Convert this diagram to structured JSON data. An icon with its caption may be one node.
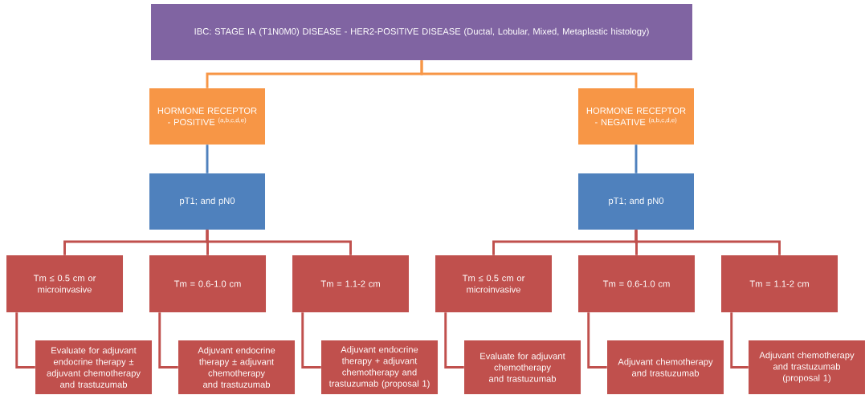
{
  "diagram": {
    "nodes": [
      {
        "text": [
          "IBC: STAGE IA (T1N0M0) DISEASE - HER2-POSITIVE DISEASE (Ductal, Lobular, Mixed, Metaplastic histology)"
        ]
      },
      {
        "text": [
          "HORMONE RECEPTOR - POSITIVE $^{(a,b,c,d,e)}$"
        ]
      },
      {
        "text": [
          "HORMONE RECEPTOR - NEGATIVE $^{(a,b,c,d,e)}$"
        ]
      },
      {
        "text": [
          "pT1; and pN0"
        ]
      },
      {
        "text": [
          "pT1; and pN0"
        ]
      },
      {
        "text": [
          "Tm ≤ 0.5 cm or microinvasive"
        ]
      },
      {
        "text": [
          "Tm = 0.6-1.0 cm"
        ]
      },
      {
        "text": [
          "Tm = 1.1-2 cm"
        ]
      },
      {
        "text": [
          "Tm ≤ 0.5 cm or microinvasive"
        ]
      },
      {
        "text": [
          "Tm = 0.6-1.0 cm"
        ]
      },
      {
        "text": [
          "Tm = 1.1-2 cm"
        ]
      },
      {
        "text": [
          "Evaluate for adjuvant endocrine therapy ± adjuvant chemotherapy and trastuzumab"
        ]
      },
      {
        "text": [
          "Adjuvant endocrine therapy ± adjuvant chemotherapy and trastuzumab"
        ]
      },
      {
        "text": [
          "Adjuvant endocrine therapy + adjuvant chemotherapy and trastuzumab (proposal 1)"
        ]
      },
      {
        "text": [
          "Evaluate for adjuvant chemotherapy and trastuzumab"
        ]
      },
      {
        "text": [
          "Adjuvant chemotherapy and trastuzumab"
        ]
      },
      {
        "text": [
          "Adjuvant chemotherapy and trastuzumab (proposal 1)"
        ]
      }
    ],
    "edges": [
      {
        "from": 0,
        "to": 1,
        "arrow": "none",
        "color": "#f79646"
      },
      {
        "from": 0,
        "to": 2,
        "arrow": "none",
        "color": "#f79646"
      },
      {
        "from": 1,
        "to": 3,
        "arrow": "none",
        "color": "#4f81bd"
      },
      {
        "from": 2,
        "to": 4,
        "arrow": "none",
        "color": "#4f81bd"
      },
      {
        "from": 3,
        "to": 5,
        "arrow": "none"
      },
      {
        "from": 3,
        "to": 6,
        "arrow": "none"
      },
      {
        "from": 3,
        "to": 7,
        "arrow": "none"
      },
      {
        "from": 4,
        "to": 8,
        "arrow": "none"
      },
      {
        "from": 4,
        "to": 9,
        "arrow": "none"
      },
      {
        "from": 4,
        "to": 10,
        "arrow": "none"
      },
      {
        "from": 5,
        "to": 11,
        "arrow": "none"
      },
      {
        "from": 6,
        "to": 12,
        "arrow": "none"
      },
      {
        "from": 7,
        "to": 13,
        "arrow": "none"
      },
      {
        "from": 8,
        "to": 14,
        "arrow": "none"
      },
      {
        "from": 9,
        "to": 15,
        "arrow": "none"
      },
      {
        "from": 10,
        "to": 16,
        "arrow": "none"
      }
    ]
  }
}
